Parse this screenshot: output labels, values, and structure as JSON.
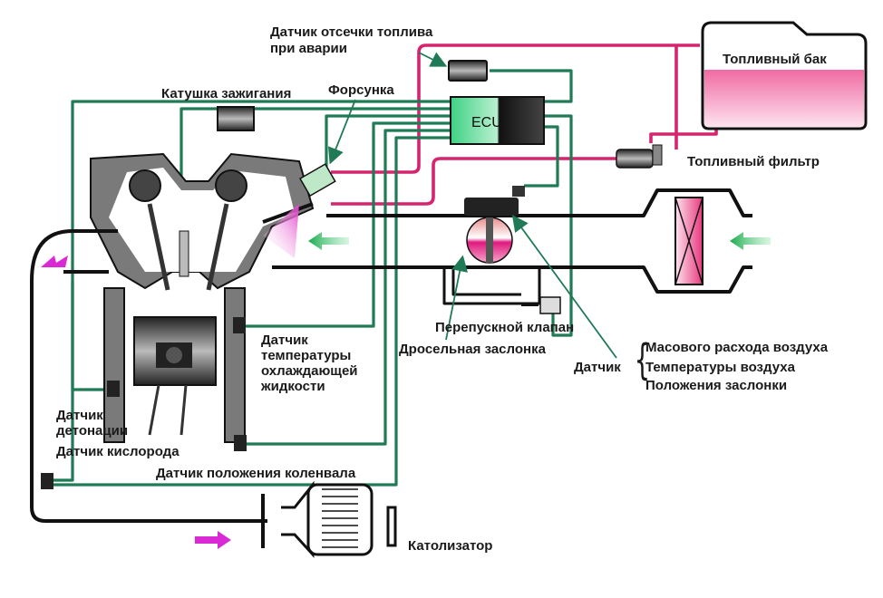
{
  "title": "Схема системы впрыска топлива",
  "colors": {
    "wire": "#1f7a55",
    "fuel": "#d6246e",
    "air_arrow": "#22b14c",
    "exhaust_arrow": "#d92ad6",
    "fuel_fill": "#f06aa3",
    "ecu_green": "#3fd184"
  },
  "components": {
    "ecu": "ECU",
    "fuel_tank": "Топливный бак",
    "fuel_filter": "Топливный фильтр",
    "fuel_cutoff_sensor": [
      "Датчик отсечки топлива",
      "при аварии"
    ],
    "ignition_coil": "Катушка зажигания",
    "injector": "Форсунка",
    "coolant_temp_sensor": [
      "Датчик",
      "температуры",
      "охлаждающей",
      "жидкости"
    ],
    "knock_sensor": [
      "Датчик",
      "детонации"
    ],
    "oxygen_sensor": "Датчик кислорода",
    "crankshaft_sensor": "Датчик положения коленвала",
    "bypass_valve": "Перепускной клапан",
    "throttle": "Дросельная заслонка",
    "sensor_group": {
      "label": "Датчик",
      "items": [
        "Масового расхода воздуха",
        "Температуры воздуха",
        "Положения заслонки"
      ]
    },
    "catalyst": "Католизатор"
  },
  "icons": {
    "air_intake_arrow": "arrow-left",
    "exhaust_arrow": "arrow-right",
    "brace": "{"
  }
}
